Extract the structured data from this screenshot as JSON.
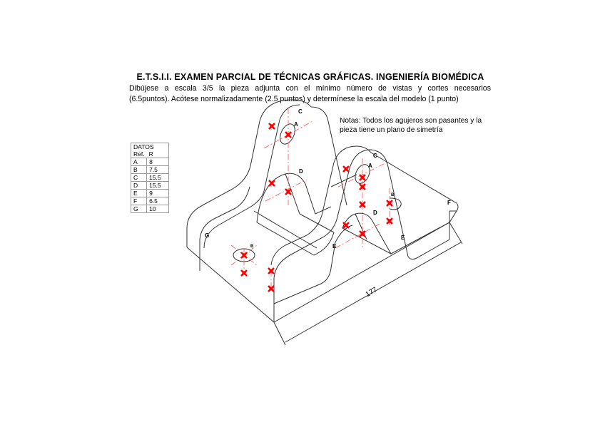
{
  "header": {
    "title": "E.T.S.I.I. EXAMEN PARCIAL DE TÉCNICAS GRÁFICAS. INGENIERÍA BIOMÉDICA",
    "instructions_line1": "Dibújese a escala 3/5 la pieza adjunta con el mínimo número de vistas y cortes necesarios",
    "instructions_line2": "(6.5puntos). Acótese normalizadamente (2.5 puntos) y determínese la escala del modelo (1 punto)"
  },
  "notes": {
    "line1": "Notas: Todos los agujeros son pasantes y la",
    "line2": "pieza tiene un plano de simetría"
  },
  "data_table": {
    "title": "DATOS",
    "col_ref": "Ref.",
    "col_r": "R",
    "rows": [
      {
        "ref": "A",
        "r": "8"
      },
      {
        "ref": "B",
        "r": "7.5"
      },
      {
        "ref": "C",
        "r": "15.5"
      },
      {
        "ref": "D",
        "r": "15.5"
      },
      {
        "ref": "E",
        "r": "9"
      },
      {
        "ref": "F",
        "r": "6.5"
      },
      {
        "ref": "G",
        "r": "10"
      }
    ]
  },
  "drawing": {
    "dimension": "177",
    "labels": {
      "c1": "C",
      "a1": "A",
      "d1": "D",
      "c2": "C",
      "a2": "A",
      "d2": "D",
      "b1": "B",
      "b2": "B",
      "e1": "E",
      "e2": "E",
      "f": "F",
      "g": "G"
    },
    "colors": {
      "line": "#333333",
      "axis": "#ff4444",
      "marker": "#ff0000"
    }
  }
}
